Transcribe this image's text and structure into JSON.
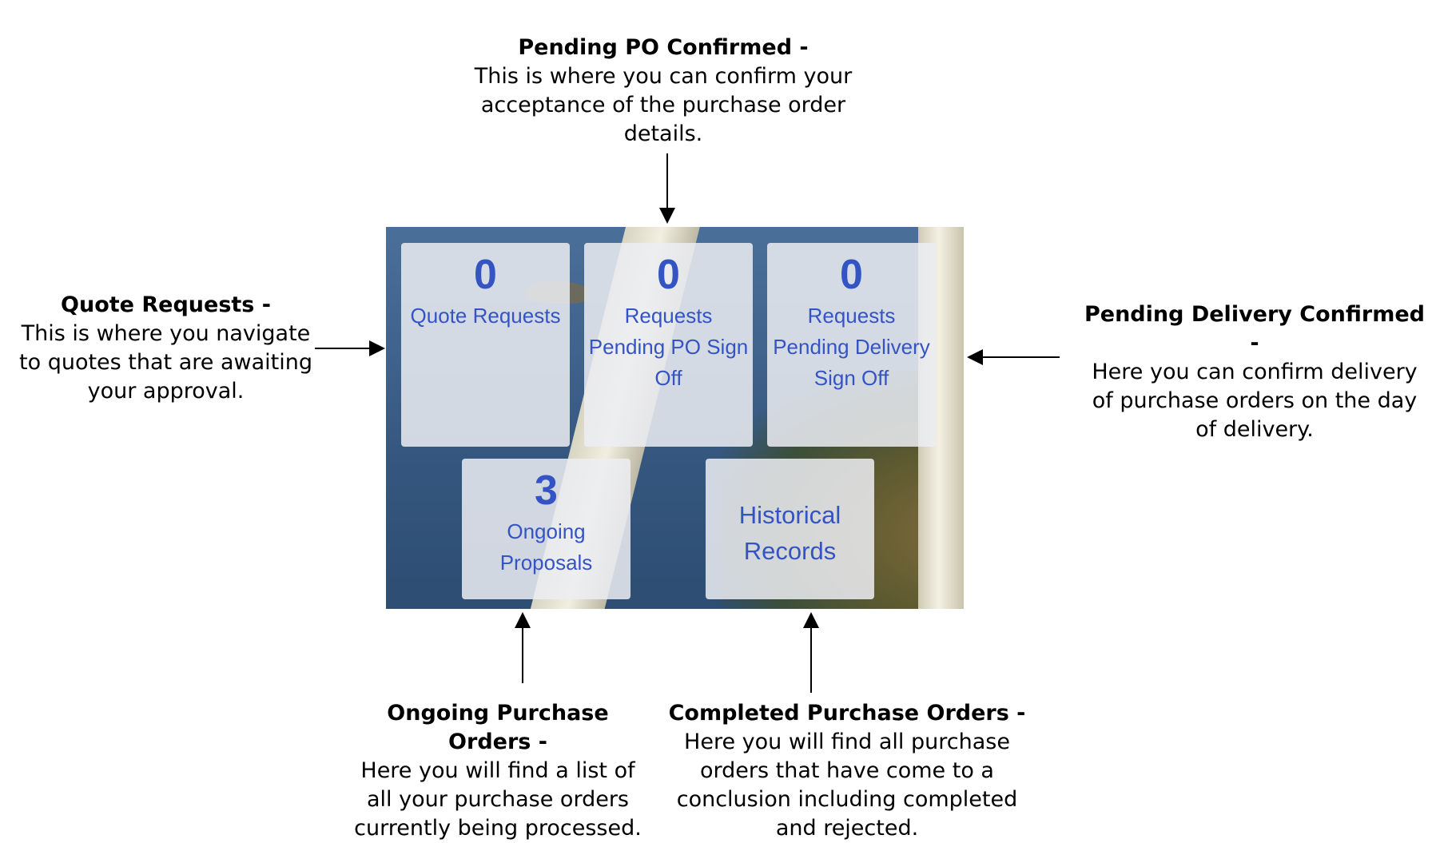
{
  "annotations": {
    "pending_po": {
      "title": "Pending PO Confirmed -",
      "body": "This is where you can confirm your acceptance of the purchase order details."
    },
    "quote_requests": {
      "title": "Quote Requests -",
      "body": "This is where you navigate to quotes that are awaiting your approval."
    },
    "pending_delivery": {
      "title": "Pending Delivery Confirmed -",
      "body": "Here you can confirm delivery of purchase orders on the day of delivery."
    },
    "ongoing_orders": {
      "title": "Ongoing Purchase Orders -",
      "body": "Here you will find a list of all your purchase orders currently being processed."
    },
    "completed_orders": {
      "title": "Completed Purchase Orders -",
      "body": "Here you will find all purchase orders that have come to a conclusion including completed and rejected."
    }
  },
  "tiles": {
    "quote_requests": {
      "count": "0",
      "label": "Quote Requests"
    },
    "pending_po": {
      "count": "0",
      "label": "Requests Pending PO Sign Off"
    },
    "pending_delivery": {
      "count": "0",
      "label": "Requests Pending Delivery Sign Off"
    },
    "ongoing": {
      "count": "3",
      "label": "Ongoing Proposals"
    },
    "historical": {
      "label": "Historical Records"
    }
  },
  "colors": {
    "tile_text": "#3454c4",
    "tile_background": "#eceef2",
    "arrow": "#000000"
  }
}
